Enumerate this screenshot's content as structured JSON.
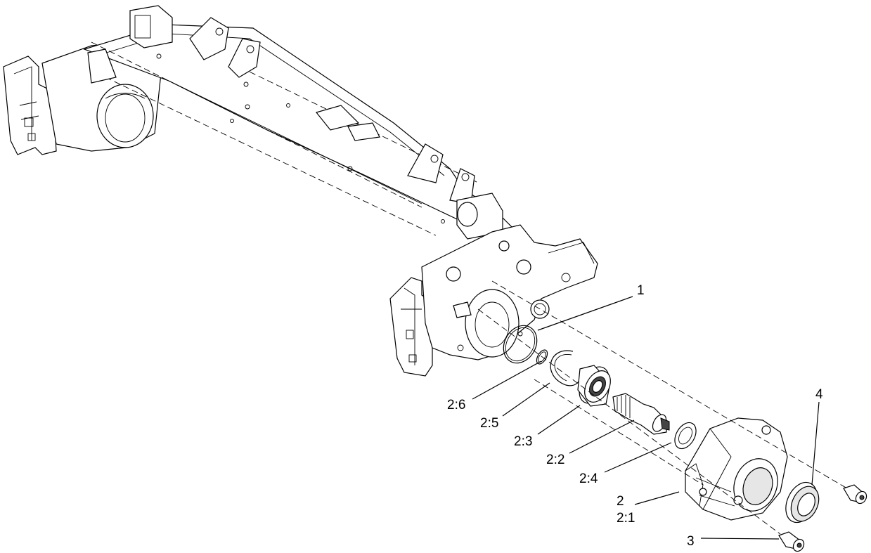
{
  "diagram": {
    "labels": {
      "part_1": "1",
      "part_2_6": "2:6",
      "part_2_5": "2:5",
      "part_2_3": "2:3",
      "part_2_2": "2:2",
      "part_2_4": "2:4",
      "part_2": "2",
      "part_2_1": "2:1",
      "part_3": "3",
      "part_4": "4"
    }
  }
}
